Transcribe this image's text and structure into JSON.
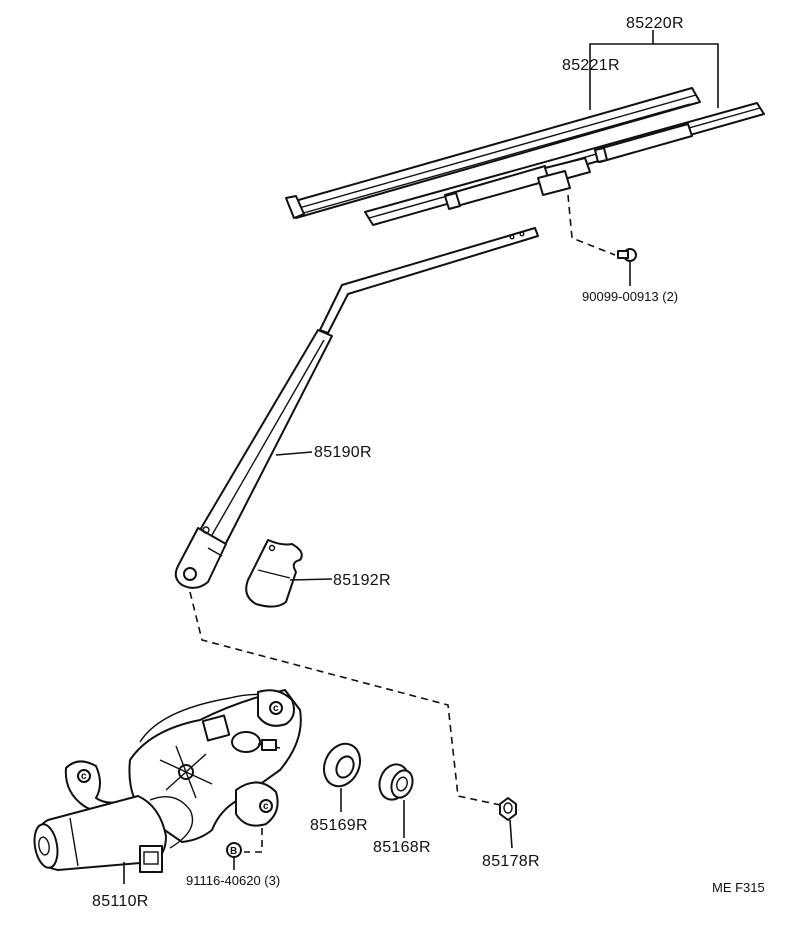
{
  "labels": {
    "blade_assembly": "85220R",
    "blade_insert": "85221R",
    "screw": "90099-00913 (2)",
    "arm": "85190R",
    "arm_cover": "85192R",
    "pivot_cap": "85169R",
    "pivot_seal": "85168R",
    "nut": "85178R",
    "bolt": "91116-40620 (3)",
    "motor": "85110R",
    "bolt_marker": "B",
    "corner_code": "ME  F315"
  }
}
